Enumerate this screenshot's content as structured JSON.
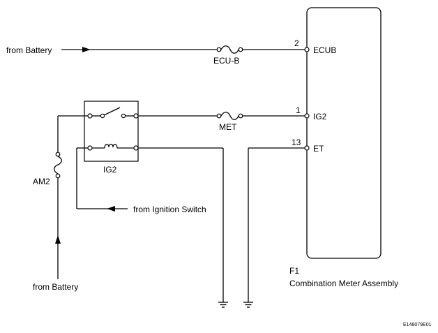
{
  "labels": {
    "from_battery_top": "from Battery",
    "from_battery_bottom": "from Battery",
    "from_ignition_switch": "from Ignition Switch",
    "fuse_ecu_b": "ECU-B",
    "fuse_met": "MET",
    "fuse_am2": "AM2",
    "relay_ig2": "IG2",
    "pin_ecub_num": "2",
    "pin_ecub_name": "ECUB",
    "pin_ig2_num": "1",
    "pin_ig2_name": "IG2",
    "pin_et_num": "13",
    "pin_et_name": "ET",
    "component_id": "F1",
    "component_name": "Combination Meter Assembly",
    "figure_code": "E148079E01"
  }
}
